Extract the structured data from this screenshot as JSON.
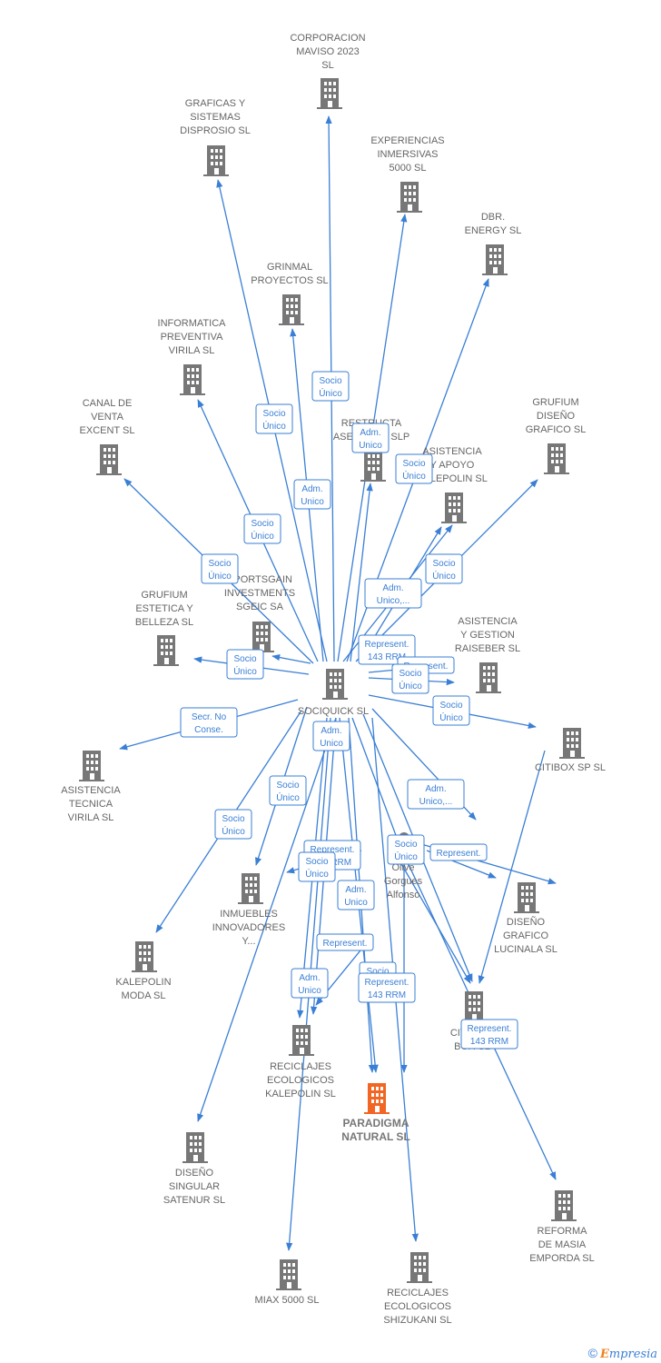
{
  "colors": {
    "edge": "#3a7fd5",
    "building": "#777777",
    "highlight": "#f26522",
    "label": "#666666"
  },
  "nodes": [
    {
      "id": "corporacion",
      "lines": [
        "CORPORACION",
        "MAVISO 2023",
        "SL"
      ]
    },
    {
      "id": "graficas",
      "lines": [
        "GRAFICAS Y",
        "SISTEMAS",
        "DISPROSIO  SL"
      ]
    },
    {
      "id": "experiencias",
      "lines": [
        "EXPERIENCIAS",
        "INMERSIVAS",
        "5000  SL"
      ]
    },
    {
      "id": "dbr",
      "lines": [
        "DBR.",
        "ENERGY  SL"
      ]
    },
    {
      "id": "grinmal",
      "lines": [
        "GRINMAL",
        "PROYECTOS  SL"
      ]
    },
    {
      "id": "informatica",
      "lines": [
        "INFORMATICA",
        "PREVENTIVA",
        "VIRILA  SL"
      ]
    },
    {
      "id": "canal",
      "lines": [
        "CANAL DE",
        "VENTA",
        "EXCENT  SL"
      ]
    },
    {
      "id": "restructa",
      "lines": [
        "RESTRUCTA",
        "ASESORES  SLP"
      ]
    },
    {
      "id": "asistencia_apoyo",
      "lines": [
        "ASISTENCIA",
        "Y APOYO",
        "KALEPOLIN  SL"
      ]
    },
    {
      "id": "grufium_diseno",
      "lines": [
        "GRUFIUM",
        "DISEÑO",
        "GRAFICO  SL"
      ]
    },
    {
      "id": "grufium_estetica",
      "lines": [
        "GRUFIUM",
        "ESTETICA Y",
        "BELLEZA  SL"
      ]
    },
    {
      "id": "sportsgain",
      "lines": [
        "SPORTSGAIN",
        "INVESTMENTS",
        "SGEIC SA"
      ]
    },
    {
      "id": "asistencia_gestion",
      "lines": [
        "ASISTENCIA",
        "Y GESTION",
        "RAISEBER  SL"
      ]
    },
    {
      "id": "sociquick",
      "lines": [
        "SOCIQUICK  SL"
      ]
    },
    {
      "id": "citibox",
      "lines": [
        "CITIBOX SP  SL"
      ]
    },
    {
      "id": "asistencia_tecnica",
      "lines": [
        "ASISTENCIA",
        "TECNICA",
        "VIRILA  SL"
      ]
    },
    {
      "id": "olive",
      "lines": [
        "Olive",
        "Gorgues",
        "Alfonso"
      ]
    },
    {
      "id": "inmuebles",
      "lines": [
        "INMUEBLES",
        "INNOVADORES",
        "Y..."
      ]
    },
    {
      "id": "diseno_lucinala",
      "lines": [
        "DISEÑO",
        "GRAFICO",
        "LUCINALA  SL"
      ]
    },
    {
      "id": "kalepolin_moda",
      "lines": [
        "KALEPOLIN",
        "MODA  SL"
      ]
    },
    {
      "id": "citybox",
      "lines": [
        "CITYBOX",
        "BOX  SL"
      ]
    },
    {
      "id": "reciclajes_kalepolin",
      "lines": [
        "RECICLAJES",
        "ECOLOGICOS",
        "KALEPOLIN  SL"
      ]
    },
    {
      "id": "paradigma",
      "lines": [
        "PARADIGMA",
        "NATURAL  SL"
      ]
    },
    {
      "id": "diseno_satenur",
      "lines": [
        "DISEÑO",
        "SINGULAR",
        "SATENUR  SL"
      ]
    },
    {
      "id": "reforma",
      "lines": [
        "REFORMA",
        "DE MASIA",
        "EMPORDA  SL"
      ]
    },
    {
      "id": "miax",
      "lines": [
        "MIAX 5000  SL"
      ]
    },
    {
      "id": "reciclajes_shizukani",
      "lines": [
        "RECICLAJES",
        "ECOLOGICOS",
        "SHIZUKANI  SL"
      ]
    }
  ],
  "edges": [
    {
      "id": "e1",
      "lines": [
        "Socio",
        "Único"
      ]
    },
    {
      "id": "e2",
      "lines": [
        "Socio",
        "Único"
      ]
    },
    {
      "id": "e3",
      "lines": [
        "Adm.",
        "Unico"
      ]
    },
    {
      "id": "e4",
      "lines": [
        "Socio",
        "Único"
      ]
    },
    {
      "id": "e5",
      "lines": [
        "Adm.",
        "Unico"
      ]
    },
    {
      "id": "e6",
      "lines": [
        "Socio",
        "Único"
      ]
    },
    {
      "id": "e7",
      "lines": [
        "Socio",
        "Único"
      ]
    },
    {
      "id": "e8",
      "lines": [
        "Socio",
        "Único"
      ]
    },
    {
      "id": "e9",
      "lines": [
        "Adm.",
        "Unico,..."
      ]
    },
    {
      "id": "e10",
      "lines": [
        "Represent.",
        "143 RRM"
      ]
    },
    {
      "id": "e11",
      "lines": [
        "Represent."
      ]
    },
    {
      "id": "e12",
      "lines": [
        "Socio",
        "Único"
      ]
    },
    {
      "id": "e13",
      "lines": [
        "Socio",
        "Único"
      ]
    },
    {
      "id": "e14",
      "lines": [
        "Socio",
        "Único"
      ]
    },
    {
      "id": "e15",
      "lines": [
        "Socio",
        "Único"
      ]
    },
    {
      "id": "e16",
      "lines": [
        "Secr.  No",
        "Conse."
      ]
    },
    {
      "id": "e17",
      "lines": [
        "Adm.",
        "Unico"
      ]
    },
    {
      "id": "e18",
      "lines": [
        "Adm.",
        "Unico,..."
      ]
    },
    {
      "id": "e19",
      "lines": [
        "Socio",
        "Único"
      ]
    },
    {
      "id": "e20",
      "lines": [
        "Socio",
        "Único"
      ]
    },
    {
      "id": "e21",
      "lines": [
        "Represent."
      ]
    },
    {
      "id": "e22",
      "lines": [
        "Socio",
        "Único"
      ]
    },
    {
      "id": "e23",
      "lines": [
        "Represent.",
        "143 RRM"
      ]
    },
    {
      "id": "e24",
      "lines": [
        "Adm.",
        "Unico"
      ]
    },
    {
      "id": "e25",
      "lines": [
        "Socio",
        "Único"
      ]
    },
    {
      "id": "e26",
      "lines": [
        "Represent."
      ]
    },
    {
      "id": "e27",
      "lines": [
        "Adm.",
        "Unico"
      ]
    },
    {
      "id": "e28",
      "lines": [
        "Socio",
        "Único"
      ]
    },
    {
      "id": "e29",
      "lines": [
        "Represent.",
        "143 RRM"
      ]
    },
    {
      "id": "e30",
      "lines": [
        "Represent.",
        "143 RRM"
      ]
    }
  ],
  "footer": {
    "copyright": "©",
    "brand_first": "E",
    "brand_rest": "mpresia"
  }
}
